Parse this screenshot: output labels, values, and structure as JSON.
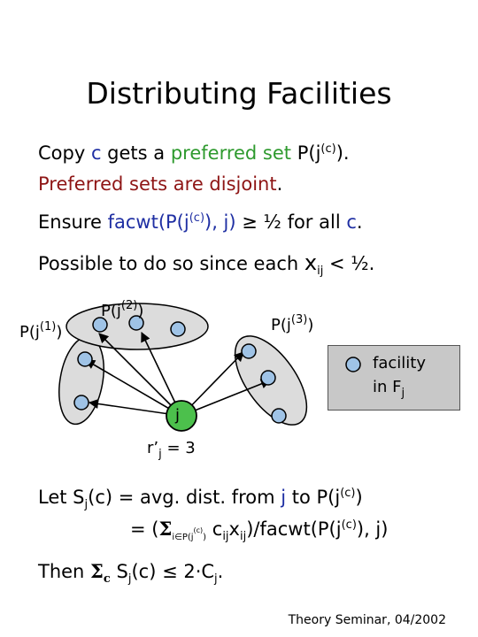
{
  "title": "Distributing Facilities",
  "line1": {
    "p1": "Copy ",
    "c": "c",
    "p2": " gets a ",
    "preferred": "preferred set",
    "p3": " P(j",
    "sup": "(c)",
    "p4": ")."
  },
  "line2": {
    "text": "Preferred sets are disjoint",
    "dot": "."
  },
  "line3": {
    "p1": "Ensure ",
    "facwt": "facwt(P(j",
    "sup": "(c)",
    "facwt2": "), j)",
    "p2": " ≥ ½ for all ",
    "c": "c",
    "p3": "."
  },
  "line4": {
    "p1": "Possible to do so since each ",
    "x": "x",
    "sub": "ij",
    "p2": " < ½."
  },
  "diagram": {
    "label1": "P(j",
    "label1_sup": "(1)",
    "label1_end": ")",
    "label2": "P(j",
    "label2_sup": "(2)",
    "label2_end": ")",
    "label3": "P(j",
    "label3_sup": "(3)",
    "label3_end": ")",
    "j": "j",
    "r_label": "r’",
    "r_sub": "j",
    "r_end": " = 3",
    "legend_line1": "facility",
    "legend_line2": "in F",
    "legend_sub": "j",
    "colors": {
      "client": "#4cc04c",
      "facility": "#9fc3e6",
      "group": "#dcdcdc",
      "legend_bg": "#c8c8c8"
    }
  },
  "line5": {
    "p1": "Let S",
    "sub1": "j",
    "p2": "(c) = avg. dist. from ",
    "j": "j",
    "p3": " to P(j",
    "sup": "(c)",
    "p4": ")"
  },
  "line6": {
    "p1": "= (",
    "sigma": "Σ",
    "sub_idx": "i∈P(j",
    "sub_sup": "(c)",
    "sub_end": ")",
    "c": " c",
    "cij": "ij",
    "x": "x",
    "xij": "ij",
    "p2": ")/facwt(P(j",
    "sup": "(c)",
    "p3": "), j)"
  },
  "line7": {
    "p1": "Then ",
    "sigma": "Σ",
    "sub_c": "c",
    "p2": " S",
    "sub_j": "j",
    "p3": "(c) ≤ 2·C",
    "sub_j2": "j",
    "p4": "."
  },
  "footer": "Theory Seminar, 04/2002"
}
